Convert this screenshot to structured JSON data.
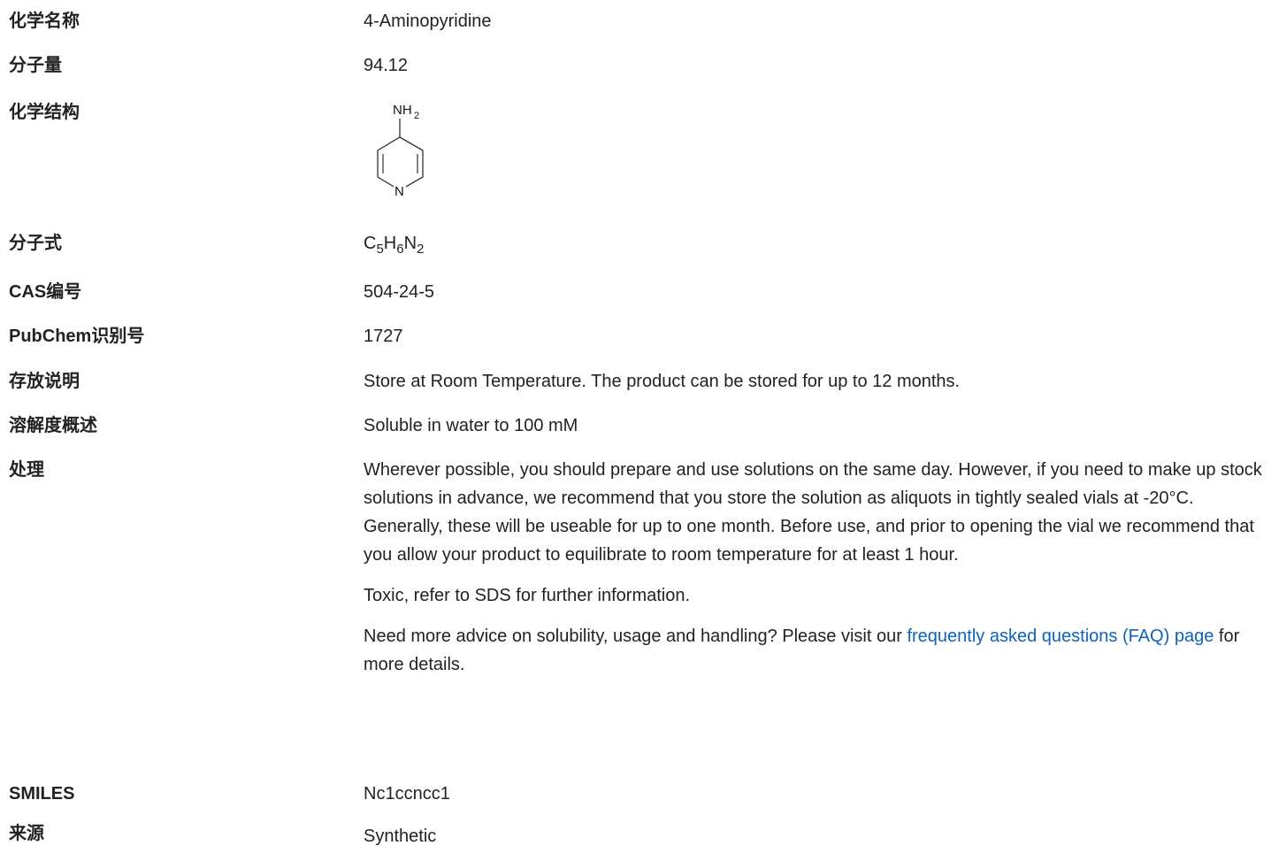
{
  "rows": {
    "name": {
      "label": "化学名称",
      "value": "4-Aminopyridine"
    },
    "mw": {
      "label": "分子量",
      "value": "94.12"
    },
    "structure": {
      "label": "化学结构",
      "nh2": "NH",
      "nh2_sub": "2",
      "n": "N"
    },
    "formula": {
      "label": "分子式",
      "c": "C",
      "c_n": "5",
      "h": "H",
      "h_n": "6",
      "n": "N",
      "n_n": "2"
    },
    "cas": {
      "label": "CAS编号",
      "value": "504-24-5"
    },
    "pubchem": {
      "label": "PubChem识别号",
      "value": "1727"
    },
    "storage": {
      "label": "存放说明",
      "value": "Store at Room Temperature. The product can be stored for up to 12 months."
    },
    "solubility": {
      "label": "溶解度概述",
      "value": "Soluble in water to 100 mM"
    },
    "handling": {
      "label": "处理",
      "para1": "Wherever possible, you should prepare and use solutions on the same day. However, if you need to make up stock solutions in advance, we recommend that you store the solution as aliquots in tightly sealed vials at -20°C. Generally, these will be useable for up to one month. Before use, and prior to opening the vial we recommend that you allow your product to equilibrate to room temperature for at least 1 hour.",
      "para2": "Toxic, refer to SDS for further information.",
      "para3_before": "Need more advice on solubility, usage and handling? Please visit our ",
      "para3_link": "frequently asked questions (FAQ) page",
      "para3_after": " for more details."
    },
    "smiles": {
      "label": "SMILES",
      "value": "Nc1ccncc1"
    },
    "source": {
      "label": "来源",
      "value": "Synthetic"
    }
  },
  "colors": {
    "link": "#0e63b9",
    "text": "#222222"
  }
}
